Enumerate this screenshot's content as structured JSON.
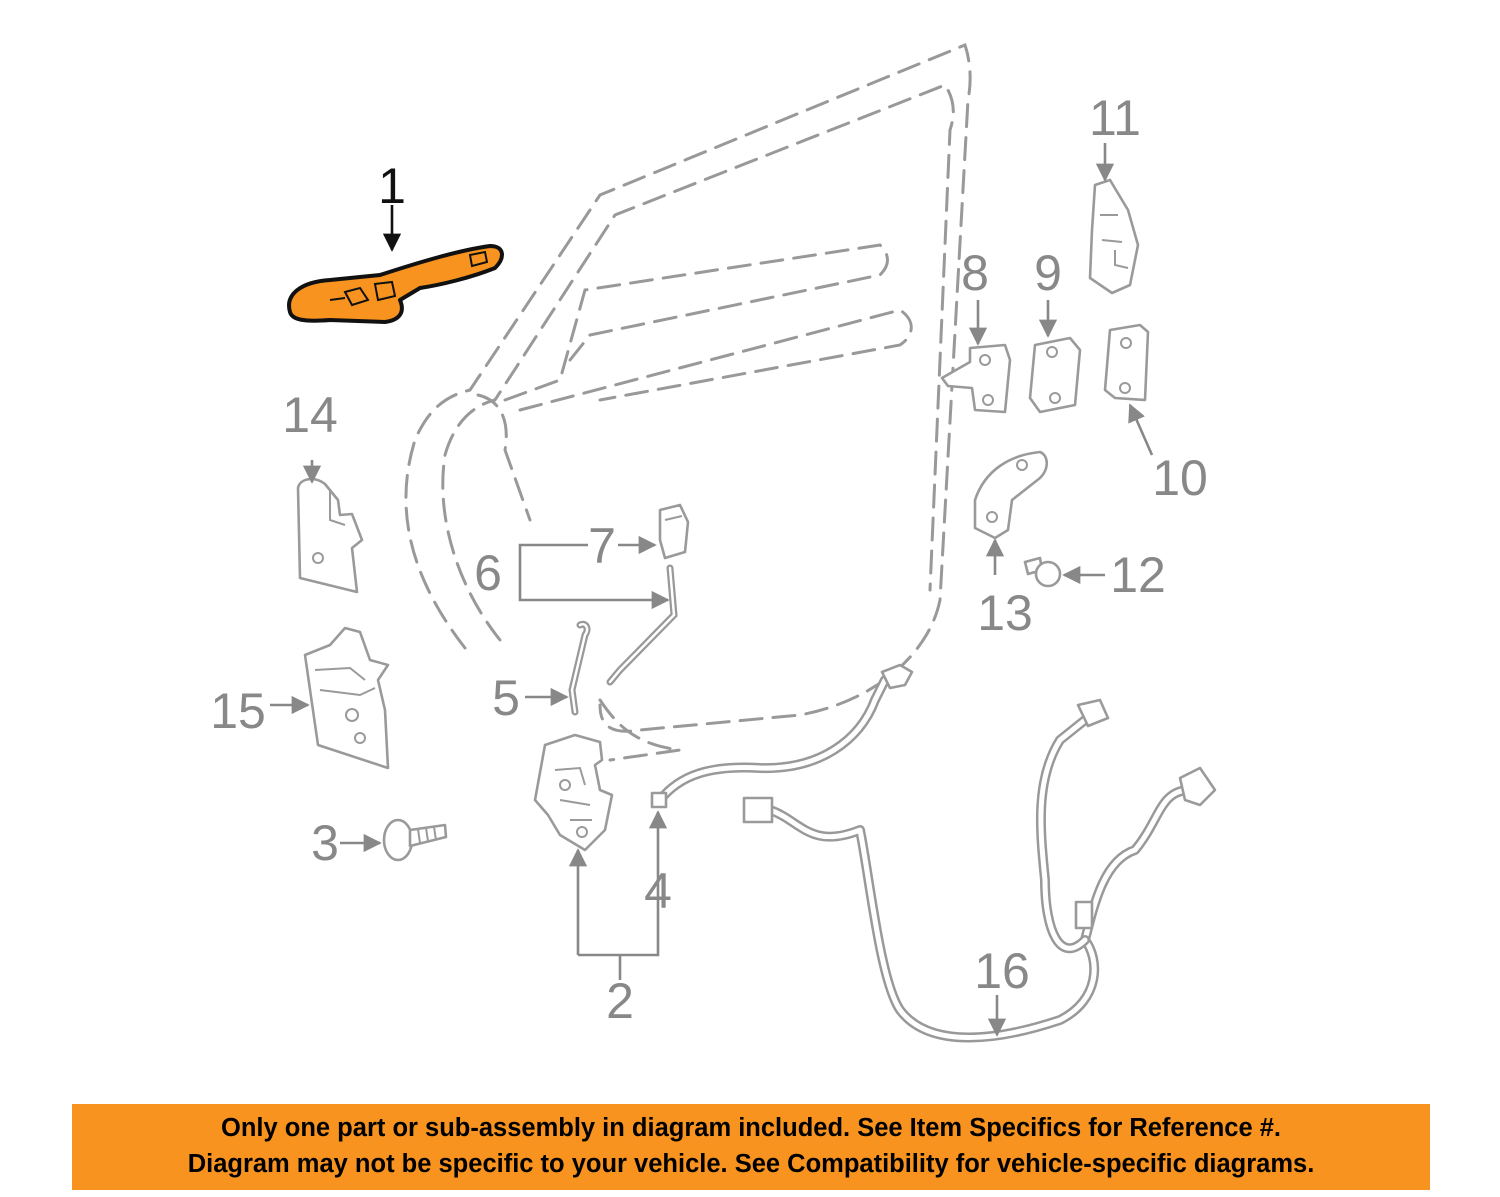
{
  "diagram": {
    "highlighted_part": "1",
    "highlight_color": "#f7931e",
    "callouts": [
      {
        "id": "c1",
        "label": "1",
        "highlighted": true
      },
      {
        "id": "c2",
        "label": "2"
      },
      {
        "id": "c3",
        "label": "3"
      },
      {
        "id": "c4",
        "label": "4"
      },
      {
        "id": "c5",
        "label": "5"
      },
      {
        "id": "c6",
        "label": "6"
      },
      {
        "id": "c7",
        "label": "7"
      },
      {
        "id": "c8",
        "label": "8"
      },
      {
        "id": "c9",
        "label": "9"
      },
      {
        "id": "c10",
        "label": "10"
      },
      {
        "id": "c11",
        "label": "11"
      },
      {
        "id": "c12",
        "label": "12"
      },
      {
        "id": "c13",
        "label": "13"
      },
      {
        "id": "c14",
        "label": "14"
      },
      {
        "id": "c15",
        "label": "15"
      },
      {
        "id": "c16",
        "label": "16"
      }
    ]
  },
  "banner": {
    "background": "#f7931e",
    "line1": "Only one part or sub-assembly in diagram included. See Item Specifics for Reference #.",
    "line2": "Diagram may not be specific to your vehicle. See Compatibility for vehicle-specific diagrams."
  }
}
